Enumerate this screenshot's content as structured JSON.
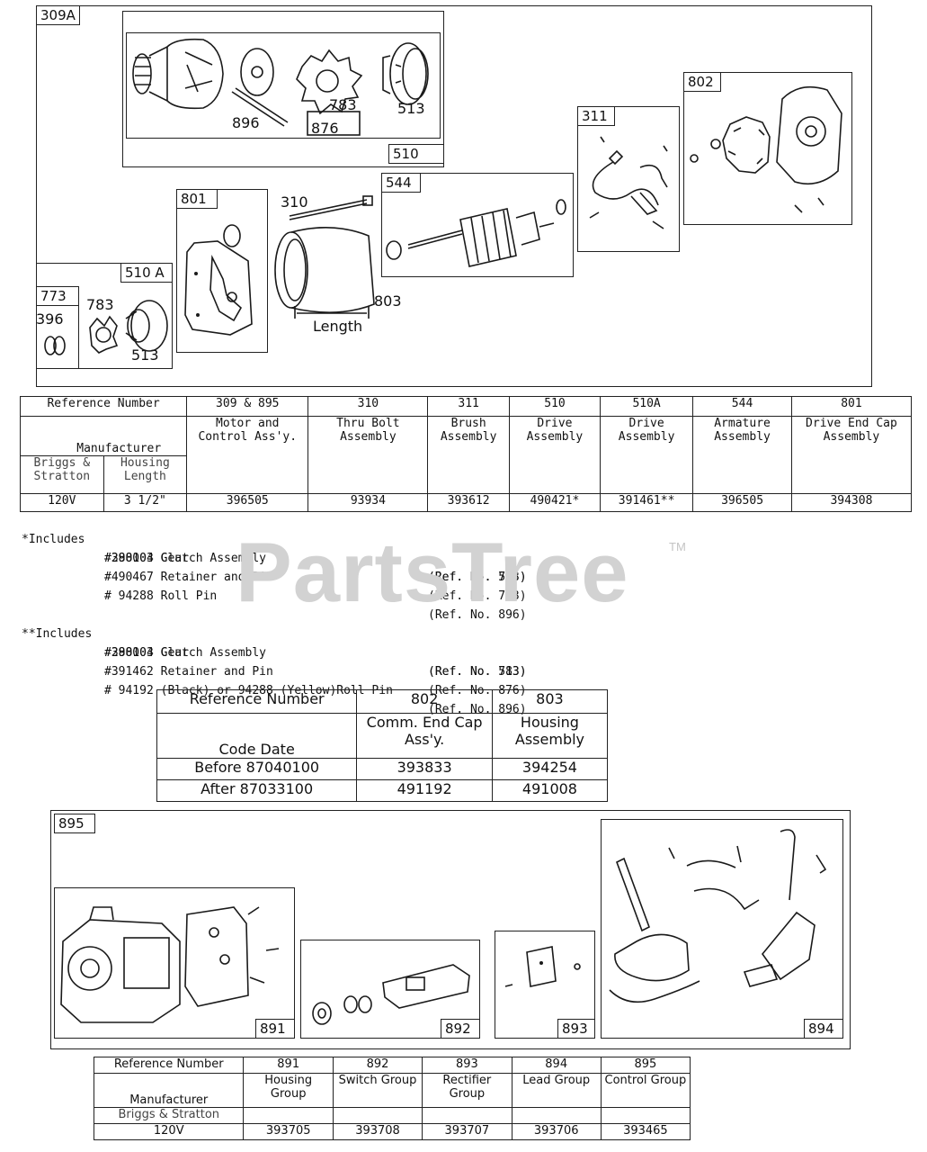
{
  "callouts": {
    "c309A": "309A",
    "c896a": "896",
    "c783a": "783",
    "c876": "876",
    "c513a": "513",
    "c510": "510",
    "c801": "801",
    "c310": "310",
    "c544": "544",
    "c311": "311",
    "c802": "802",
    "c510A": "510 A",
    "c773": "773",
    "c896b": "396",
    "c783b": "783",
    "c513b": "513",
    "c803": "803",
    "length": "Length",
    "c895": "895",
    "c891": "891",
    "c892": "892",
    "c893": "893",
    "c894": "894"
  },
  "table1": {
    "ref_label": "Reference Number",
    "manufacturer_label": "Manufacturer",
    "mfr_sub1": "Briggs & Stratton",
    "mfr_sub2": "Housing Length",
    "row_voltage": "120V",
    "row_length": "3 1/2\"",
    "columns": [
      {
        "ref": "309 & 895",
        "desc": "Motor and Control Ass'y.",
        "part": "396505"
      },
      {
        "ref": "310",
        "desc": "Thru Bolt Assembly",
        "part": "93934"
      },
      {
        "ref": "311",
        "desc": "Brush Assembly",
        "part": "393612"
      },
      {
        "ref": "510",
        "desc": "Drive Assembly",
        "part": "490421*"
      },
      {
        "ref": "510A",
        "desc": "Drive Assembly",
        "part": "391461**"
      },
      {
        "ref": "544",
        "desc": "Armature Assembly",
        "part": "396505"
      },
      {
        "ref": "801",
        "desc": "Drive End Cap Assembly",
        "part": "394308"
      }
    ]
  },
  "notes": {
    "group1_prefix": "*Includes",
    "group1": [
      {
        "item": "#398003 Clutch Assembly",
        "ref": "(Ref. No. 513)"
      },
      {
        "item": "#280104 Gear",
        "ref": "(Ref. No. 783)"
      },
      {
        "item": "#490467 Retainer and Pin",
        "ref": "(Ref. No. 773)"
      },
      {
        "item": "# 94288 Roll Pin",
        "ref": "(Ref. No. 896)"
      }
    ],
    "group2_prefix": "**Includes",
    "group2": [
      {
        "item": "#398003 Clutch Assembly",
        "ref": "(Ref. No. 513)"
      },
      {
        "item": "#280104 Gear",
        "ref": "(Ref. No. 783)"
      },
      {
        "item": "#391462 Retainer and Pin",
        "ref": "(Ref. No. 876)"
      },
      {
        "item": "# 94192 (Black) or 94288 (Yellow)Roll Pin",
        "ref": "(Ref. No. 896)"
      }
    ]
  },
  "watermark": {
    "text": "PartsTree",
    "tm": "TM"
  },
  "table2": {
    "ref_label": "Reference Number",
    "code_date_label": "Code Date",
    "col1_ref": "802",
    "col1_desc": "Comm. End Cap Ass'y.",
    "col2_ref": "803",
    "col2_desc": "Housing Assembly",
    "rows": [
      {
        "date": "Before 87040100",
        "c1": "393833",
        "c2": "394254"
      },
      {
        "date": "After 87033100",
        "c1": "491192",
        "c2": "491008"
      }
    ]
  },
  "table3": {
    "ref_label": "Reference Number",
    "manufacturer_label": "Manufacturer",
    "mfr_sub": "Briggs & Stratton",
    "voltage": "120V",
    "columns": [
      {
        "ref": "891",
        "desc": "Housing Group",
        "part": "393705"
      },
      {
        "ref": "892",
        "desc": "Switch Group",
        "part": "393708"
      },
      {
        "ref": "893",
        "desc": "Rectifier Group",
        "part": "393707"
      },
      {
        "ref": "894",
        "desc": "Lead Group",
        "part": "393706"
      },
      {
        "ref": "895",
        "desc": "Control Group",
        "part": "393465"
      }
    ]
  }
}
